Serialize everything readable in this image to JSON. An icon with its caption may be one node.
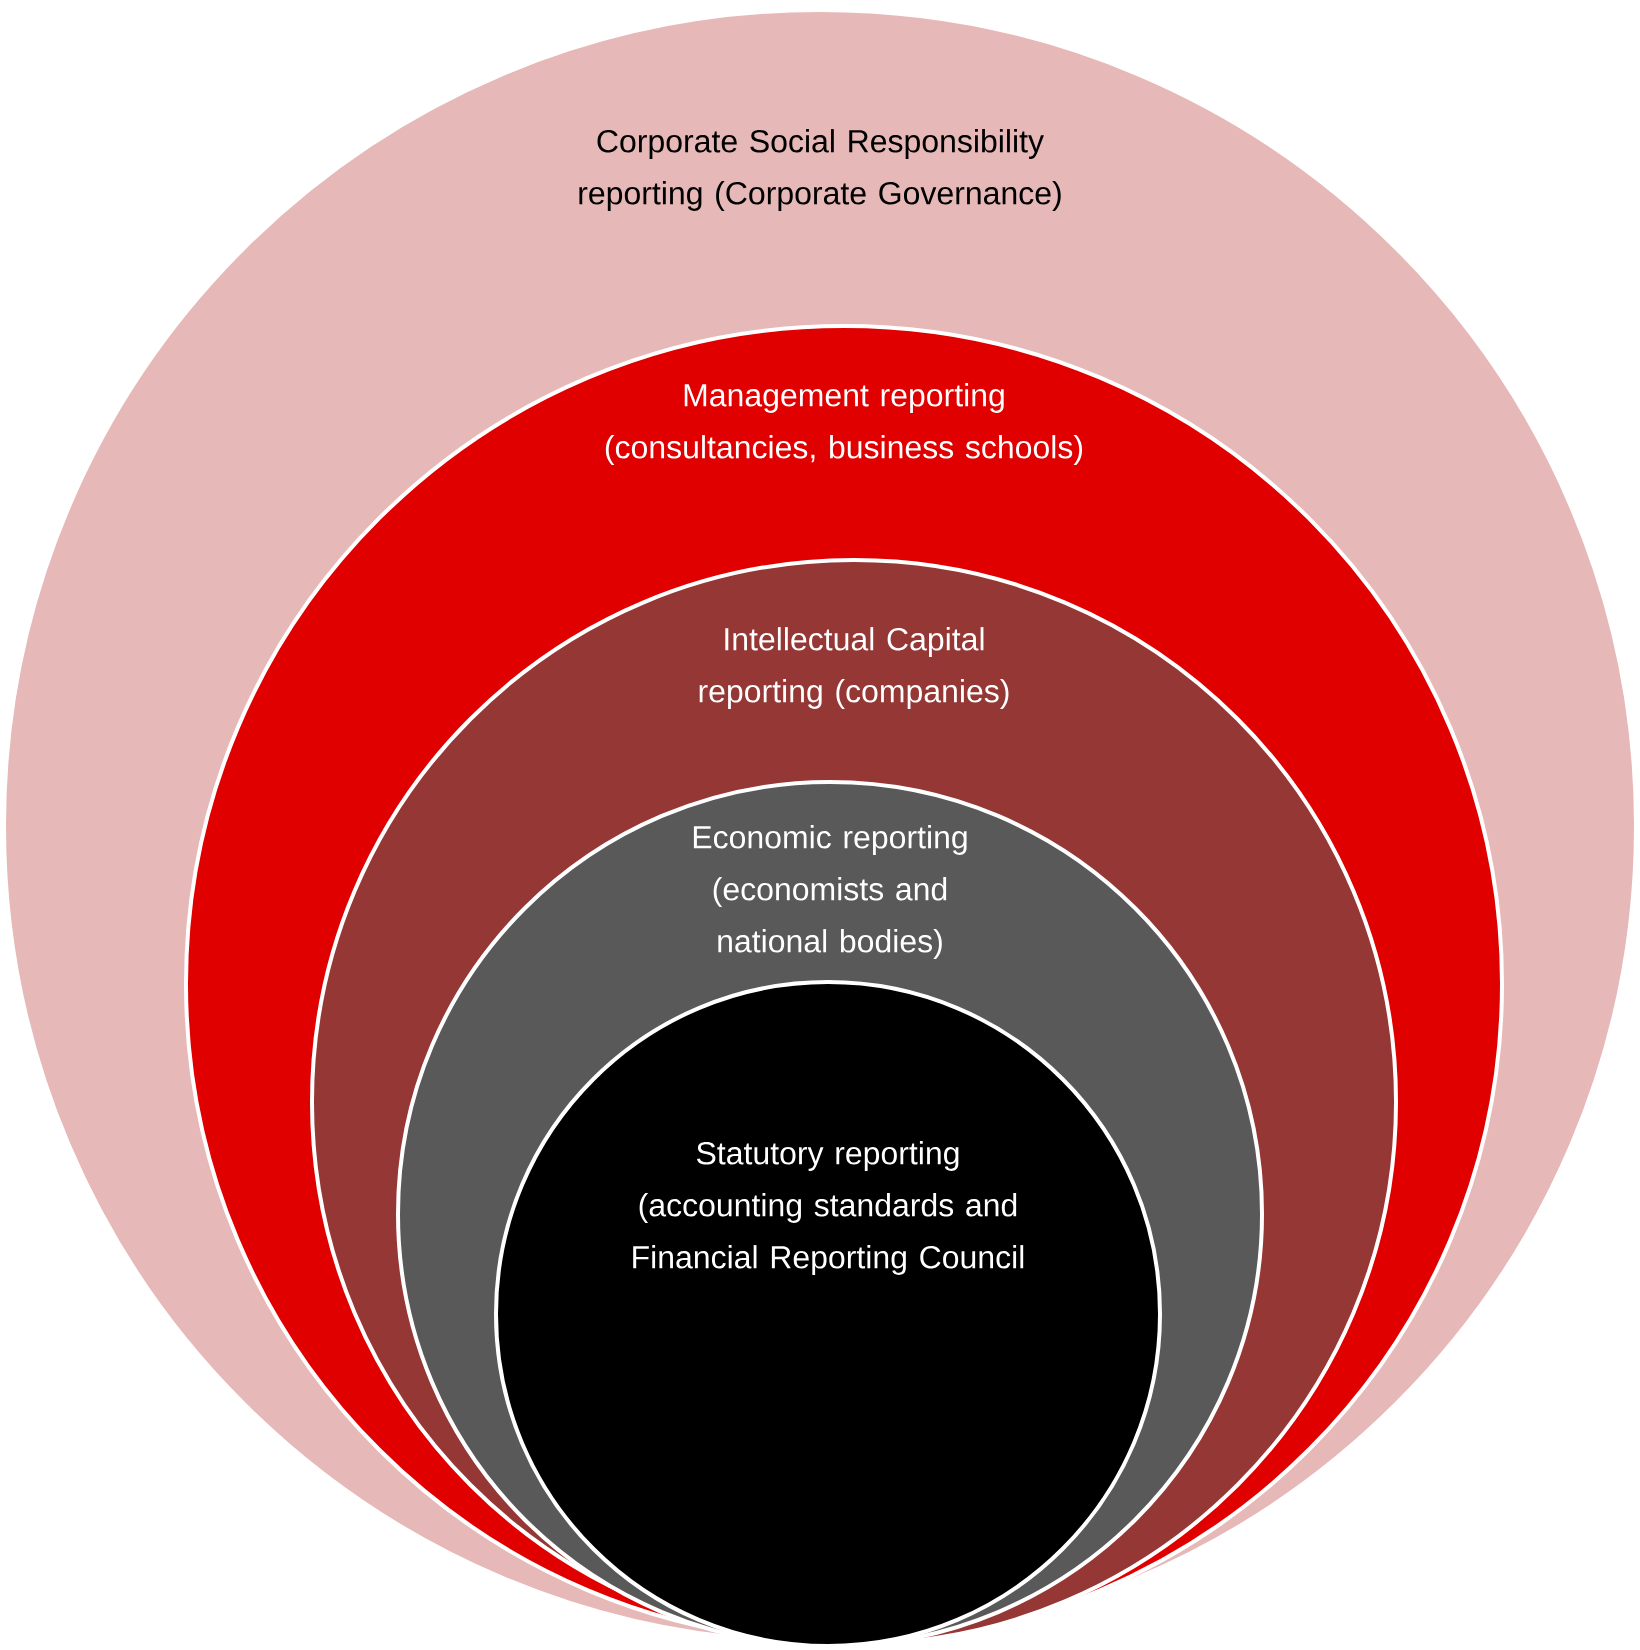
{
  "diagram": {
    "nodes": [
      {
        "text": [
          "Corporate Social Responsibility reporting (Corporate Governance)"
        ]
      },
      {
        "text": [
          "Management reporting (consultancies, business schools)"
        ],
        "in": 0
      },
      {
        "text": [
          "Intellectual Capital reporting (companies)"
        ],
        "in": 1
      },
      {
        "text": [
          "Economic reporting (economists and national bodies)"
        ],
        "in": 2
      },
      {
        "text": [
          "Statutory reporting (accounting standards and Financial Reporting Council"
        ],
        "in": 3
      }
    ]
  }
}
